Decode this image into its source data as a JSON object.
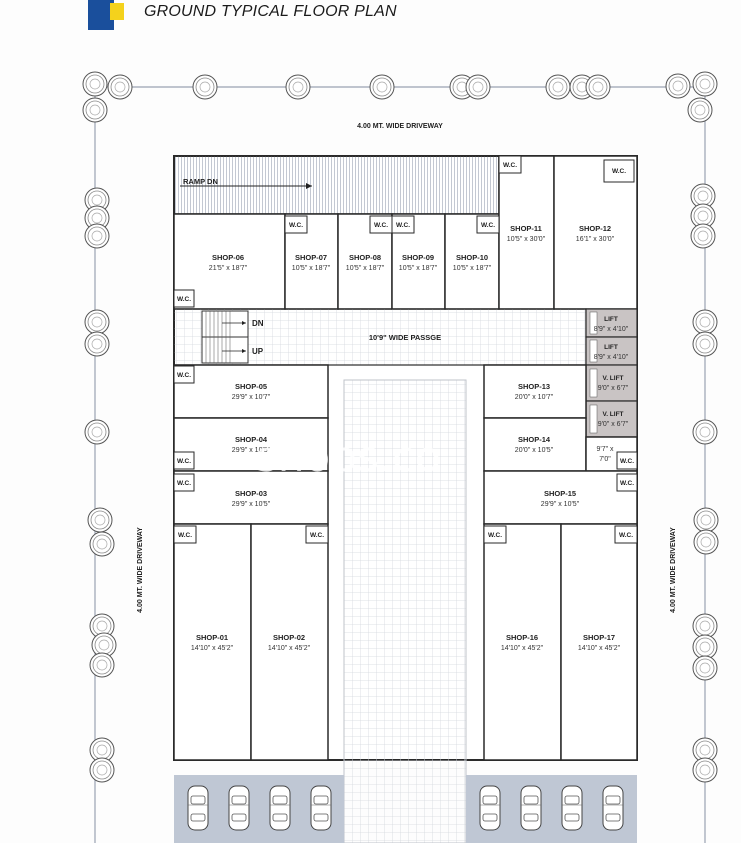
{
  "title": "GROUND TYPICAL FLOOR PLAN",
  "driveway": {
    "top": "4.00 MT. WIDE DRIVEWAY",
    "left": "4.00 MT. WIDE DRIVEWAY",
    "right": "4.00 MT. WIDE DRIVEWAY"
  },
  "ramp": "RAMP DN",
  "passage": "10'9\" WIDE PASSGE",
  "stairs": {
    "down": "DN",
    "up": "UP"
  },
  "wc": "W.C.",
  "lifts": {
    "lift1": {
      "name": "LIFT",
      "dim": "8'9\" x 4'10\""
    },
    "lift2": {
      "name": "LIFT",
      "dim": "8'9\" x 4'10\""
    },
    "vlift1": {
      "name": "V. LIFT",
      "dim": "9'0\" x 6'7\""
    },
    "vlift2": {
      "name": "V. LIFT",
      "dim": "9'0\" x 6'7\""
    }
  },
  "small_room": {
    "line1": "9'7\" x",
    "line2": "7'0\""
  },
  "shops": {
    "s01": {
      "name": "SHOP-01",
      "dim": "14'10\" x 45'2\""
    },
    "s02": {
      "name": "SHOP-02",
      "dim": "14'10\" x 45'2\""
    },
    "s03": {
      "name": "SHOP-03",
      "dim": "29'9\" x 10'5\""
    },
    "s04": {
      "name": "SHOP-04",
      "dim": "29'9\" x 10'5\""
    },
    "s05": {
      "name": "SHOP-05",
      "dim": "29'9\" x 10'7\""
    },
    "s06": {
      "name": "SHOP-06",
      "dim": "21'5\" x 18'7\""
    },
    "s07": {
      "name": "SHOP-07",
      "dim": "10'5\" x 18'7\""
    },
    "s08": {
      "name": "SHOP-08",
      "dim": "10'5\" x 18'7\""
    },
    "s09": {
      "name": "SHOP-09",
      "dim": "10'5\" x 18'7\""
    },
    "s10": {
      "name": "SHOP-10",
      "dim": "10'5\" x 18'7\""
    },
    "s11": {
      "name": "SHOP-11",
      "dim": "10'5\" x 30'0\""
    },
    "s12": {
      "name": "SHOP-12",
      "dim": "16'1\" x 30'0\""
    },
    "s13": {
      "name": "SHOP-13",
      "dim": "20'0\" x 10'7\""
    },
    "s14": {
      "name": "SHOP-14",
      "dim": "20'0\" x 10'5\""
    },
    "s15": {
      "name": "SHOP-15",
      "dim": "29'9\" x 10'5\""
    },
    "s16": {
      "name": "SHOP-16",
      "dim": "14'10\" x 45'2\""
    },
    "s17": {
      "name": "SHOP-17",
      "dim": "14'10\" x 45'2\""
    }
  },
  "watermark": "shops.co",
  "colors": {
    "wall": "#2a2a2a",
    "grid": "#d4d7dd",
    "corridor": "#eceef2",
    "lift": "#c9c4c4",
    "brand_blue": "#1a4f9c",
    "brand_yellow": "#f4d21c",
    "bottom_strip": "#bfc7d4"
  }
}
